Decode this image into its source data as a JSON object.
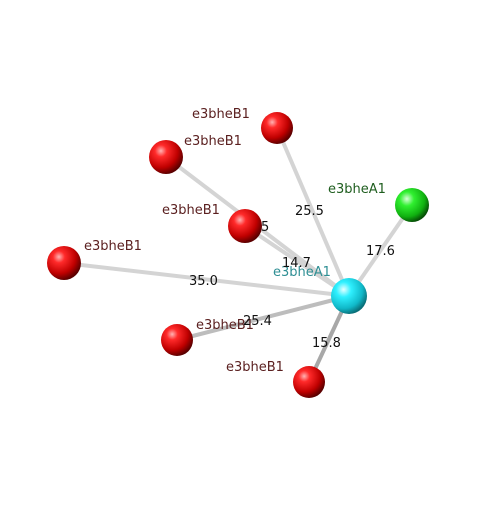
{
  "colors": {
    "red_atom": "#e00000",
    "cyan_atom": "#18e0ee",
    "green_atom": "#1ad01a",
    "red_label": "#5a1f1f",
    "cyan_label": "#2f8f94",
    "green_label": "#1f5e1f",
    "distance_label": "#111111",
    "bond": "#c8c8c8"
  },
  "center": {
    "label": "e3bheA1"
  },
  "nodes": [
    {
      "label": "e3bheB1",
      "distance": "25.5"
    },
    {
      "label": "e3bheB1",
      "distance": ""
    },
    {
      "label": "e3bheB1",
      "distance": "14.7"
    },
    {
      "label": "e3bheB1",
      "distance": "35.0"
    },
    {
      "label": "e3bheB1",
      "distance": "25.4"
    },
    {
      "label": "e3bheB1",
      "distance": "15.8"
    },
    {
      "label": "e3bheA1",
      "distance": "17.6"
    }
  ],
  "fragment": "5"
}
